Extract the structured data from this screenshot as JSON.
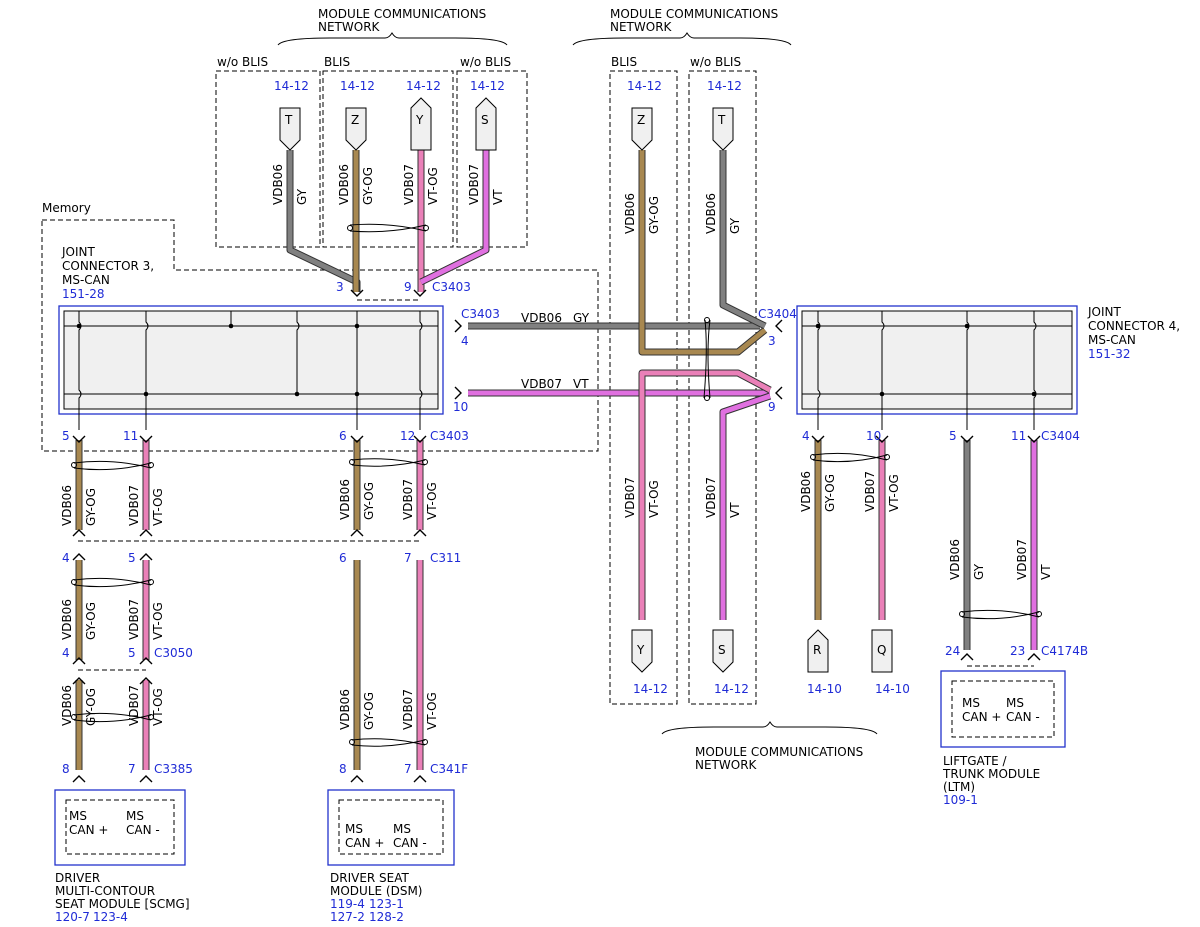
{
  "colors": {
    "GY": "#808080",
    "GY_OG": "#a88850",
    "VT": "#e070e0",
    "VT_OG": "#ea80b8",
    "ref": "#1f2bd6"
  },
  "texts": {
    "mcn": "MODULE COMMUNICATIONS",
    "network": "NETWORK",
    "wo_blis": "w/o BLIS",
    "blis": "BLIS",
    "memory": "Memory",
    "jc3_l1": "JOINT",
    "jc3_l2": "CONNECTOR 3,",
    "jc3_l3": "MS-CAN",
    "jc3_ref": "151-28",
    "jc4_l1": "JOINT",
    "jc4_l2": "CONNECTOR 4,",
    "jc4_l3": "MS-CAN",
    "jc4_ref": "151-32",
    "vdb06": "VDB06",
    "vdb07": "VDB07",
    "gy": "GY",
    "vt": "VT",
    "gyog": "GY-OG",
    "vtog": "VT-OG",
    "ref1412": "14-12",
    "ref1410": "14-10",
    "T": "T",
    "Z": "Z",
    "Y": "Y",
    "S": "S",
    "R": "R",
    "Q": "Q",
    "c3403": "C3403",
    "c3404": "C3404",
    "c3050": "C3050",
    "c3385": "C3385",
    "c311": "C311",
    "c341f": "C341F",
    "c4174b": "C4174B",
    "ms": "MS",
    "canp": "CAN +",
    "canm": "CAN -",
    "scmg_l1": "DRIVER",
    "scmg_l2": "MULTI-CONTOUR",
    "scmg_l3": "SEAT MODULE [SCMG]",
    "scmg_ref1": "120-7",
    "scmg_ref2": "123-4",
    "dsm_l1": "DRIVER SEAT",
    "dsm_l2": "MODULE (DSM)",
    "dsm_r1": "119-4",
    "dsm_r2": "123-1",
    "dsm_r3": "127-2",
    "dsm_r4": "128-2",
    "ltm_l1": "LIFTGATE /",
    "ltm_l2": "TRUNK MODULE",
    "ltm_l3": "(LTM)",
    "ltm_ref": "109-1",
    "p3": "3",
    "p9": "9",
    "p4": "4",
    "p10": "10",
    "p5": "5",
    "p11": "11",
    "p6": "6",
    "p12": "12",
    "p7": "7",
    "p8": "8",
    "p24": "24",
    "p23": "23"
  }
}
